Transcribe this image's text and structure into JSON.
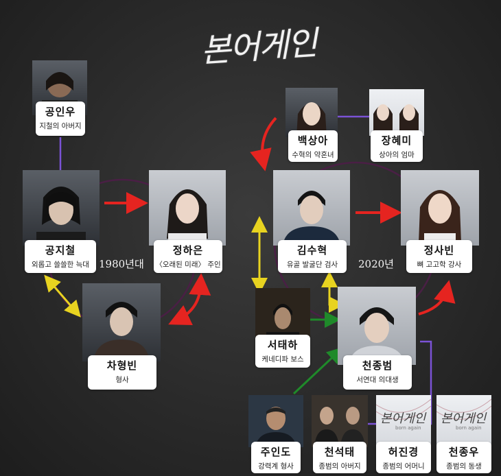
{
  "title": "본어게인",
  "eras": {
    "e1980": "1980년대",
    "e2020": "2020년"
  },
  "people": {
    "gong_inwoo": {
      "name": "공인우",
      "role": "지철의 아버지"
    },
    "gong_jicheol": {
      "name": "공지철",
      "role": "외롭고 쓸쓸한 늑대"
    },
    "jeong_haeun": {
      "name": "정하은",
      "role": "〈오래된 미래〉 주인"
    },
    "cha_hyeongbin": {
      "name": "차형빈",
      "role": "형사"
    },
    "baek_sanga": {
      "name": "백상아",
      "role": "수혁의 약혼녀"
    },
    "jang_hyemi": {
      "name": "장혜미",
      "role": "상아의 엄마"
    },
    "kim_suhyeok": {
      "name": "김수혁",
      "role": "유골 발굴단 검사"
    },
    "jeong_sabin": {
      "name": "정사빈",
      "role": "뼈 고고학 강사"
    },
    "seo_taeha": {
      "name": "서태하",
      "role": "케네디파 보스"
    },
    "cheon_jongbeom": {
      "name": "천종범",
      "role": "서연대 의대생"
    },
    "ju_indo": {
      "name": "주인도",
      "role": "강력계 형사"
    },
    "cheon_seoktae": {
      "name": "천석태",
      "role": "종범의 아버지"
    },
    "heo_jingyeong": {
      "name": "허진경",
      "role": "종범의 어머니"
    },
    "cheon_jongwoo": {
      "name": "천종우",
      "role": "종범의 동생"
    }
  },
  "poster_text": {
    "title": "본어게인",
    "sub": "born again"
  },
  "colors": {
    "family_line": "#7b52d6",
    "circle_line": "#4a1f45",
    "red_arrow": "#e52420",
    "yellow_arrow": "#e8d320",
    "green_arrow": "#1f8a2a"
  }
}
